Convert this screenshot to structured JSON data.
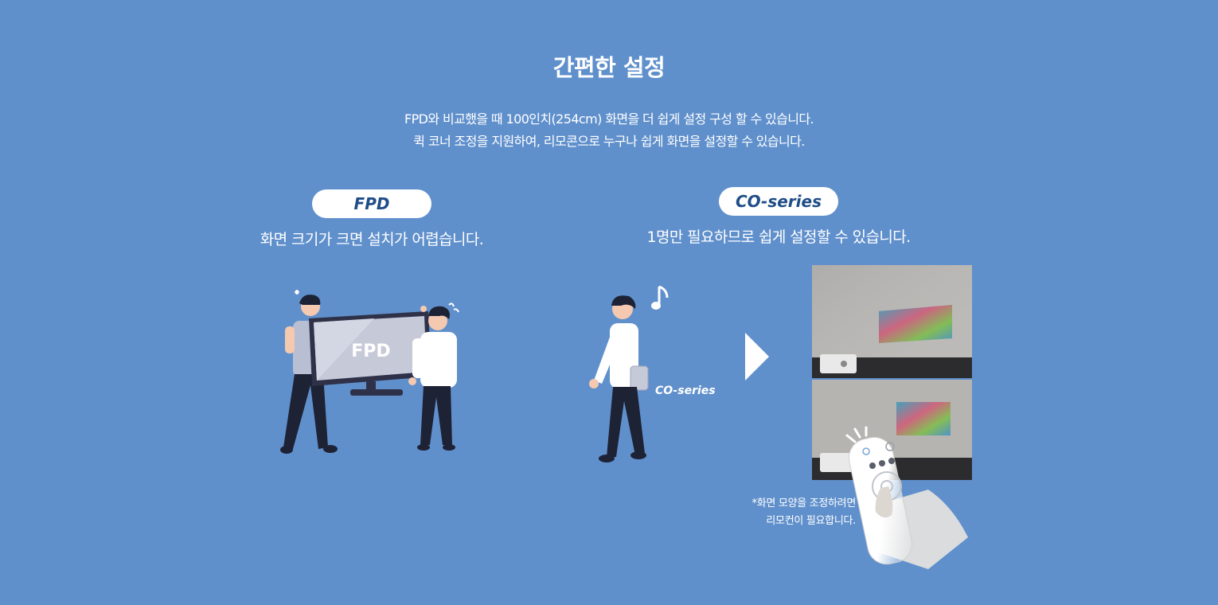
{
  "section": {
    "title": "간편한 설정",
    "description_lines": [
      "FPD와 비교했을 때 100인치(254cm) 화면을 더 쉽게 설정 구성 할 수 있습니다.",
      "퀵 코너 조정을 지원하여, 리모콘으로 누구나 쉽게 화면을 설정할 수 있습니다."
    ]
  },
  "fpd": {
    "badge": "FPD",
    "caption": "화면 크기가 크면 설치가 어렵습니다.",
    "screen_label": "FPD"
  },
  "co_series": {
    "badge": "CO-series",
    "caption": "1명만 필요하므로 쉽게 설정할 수 있습니다.",
    "device_label": "CO-series",
    "note_lines": [
      "*화면 모양을 조정하려면",
      "리모컨이 필요합니다."
    ]
  },
  "colors": {
    "background": "#6090cc",
    "badge_text": "#1f4d87",
    "text": "#ffffff"
  }
}
